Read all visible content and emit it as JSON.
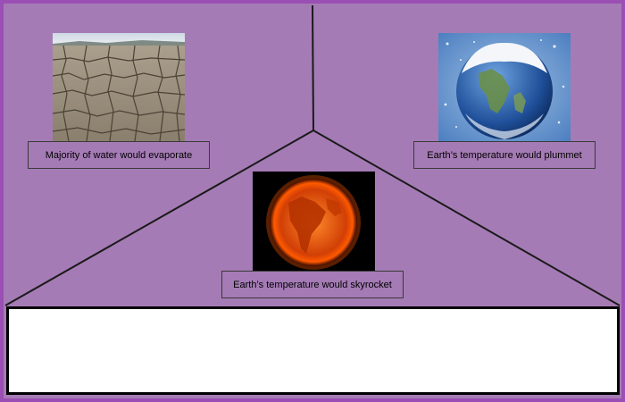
{
  "panels": {
    "top_left": {
      "caption": "Majority of water would evaporate",
      "image": "cracked-dry-ground-photo"
    },
    "top_right": {
      "caption": "Earth’s temperature would plummet",
      "image": "frozen-earth-photo"
    },
    "bottom": {
      "caption": "Earth’s temperature would skyrocket",
      "image": "burning-earth-photo"
    }
  },
  "answer_box": {
    "text": ""
  },
  "colors": {
    "background": "#a57bb5",
    "border": "#9a4fb4",
    "line": "#1a1a1a"
  }
}
